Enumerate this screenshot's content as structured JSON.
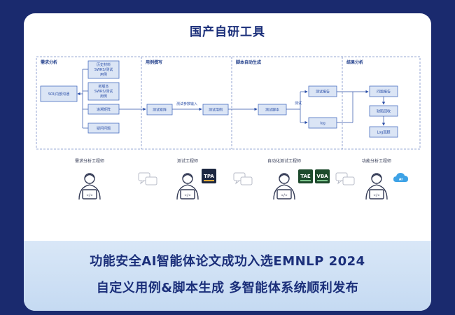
{
  "title": "国产自研工具",
  "sections": [
    {
      "label": "需求分析"
    },
    {
      "label": "用例撰写"
    },
    {
      "label": "脚本自动生成"
    },
    {
      "label": "结果分析"
    }
  ],
  "boxes": {
    "soi": "SOI/内部沟通",
    "history": [
      "历史材料",
      "SWRS/测试",
      "用例"
    ],
    "new_version": [
      "新版本",
      "SWRS/测试",
      "用例"
    ],
    "trace_matrix": "追溯矩阵",
    "question_list": "疑问问题",
    "test_matrix": "测试矩阵",
    "test_case": "测试用例",
    "test_script": "测试脚本",
    "test_report": "测试报告",
    "log": "log",
    "issue_report": "问题报告",
    "defect_fix": "缺陷回收",
    "log_review": "Log回顾"
  },
  "arrow_labels": {
    "param_input": "测试参数输入",
    "test": "测试"
  },
  "roles": [
    "需求分析工程师",
    "测试工程师",
    "自动化测试工程师",
    "功能分析工程师"
  ],
  "badges": {
    "tpa": "TPA",
    "tae": "TAE",
    "vba": "VBA",
    "cloud": "AI"
  },
  "headline_1": "功能安全AI智能体论文成功入选EMNLP 2024",
  "headline_2": "自定义用例&脚本生成 多智能体系统顺利发布",
  "colors": {
    "background": "#1a2a6e",
    "accent": "#1b2f7a",
    "box_fill": "#dbe5f5",
    "box_stroke": "#4a6fc0"
  }
}
